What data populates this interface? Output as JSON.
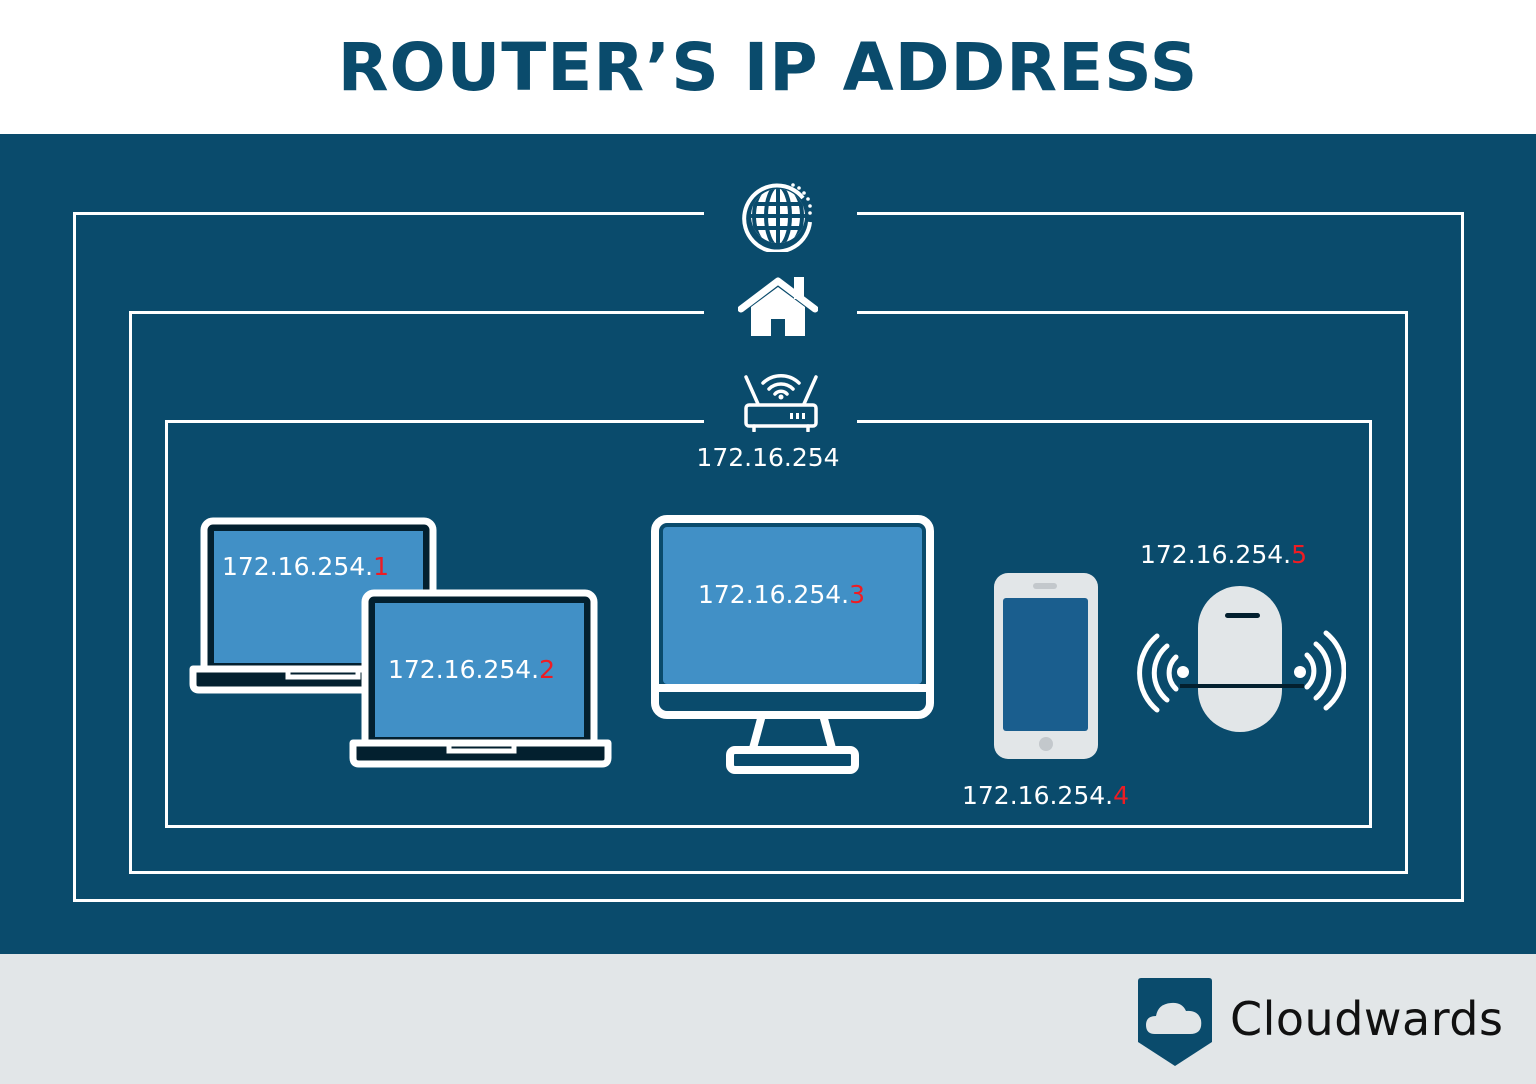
{
  "header": {
    "title": "ROUTER’S IP ADDRESS"
  },
  "colors": {
    "primary_navy": "#0a4b6c",
    "screen_blue": "#4190c6",
    "host_red": "#ee1c23",
    "footer_gray": "#e2e6e8",
    "device_gray": "#e2e6e8",
    "white": "#ffffff"
  },
  "diagram": {
    "layers": [
      {
        "name": "internet",
        "icon": "globe-icon"
      },
      {
        "name": "home",
        "icon": "house-icon"
      },
      {
        "name": "router",
        "icon": "wifi-router-icon",
        "ip": "172.16.254"
      }
    ],
    "devices": [
      {
        "type": "laptop",
        "icon": "laptop-icon",
        "ip_prefix": "172.16.254.",
        "ip_host": "1"
      },
      {
        "type": "laptop",
        "icon": "laptop-icon",
        "ip_prefix": "172.16.254.",
        "ip_host": "2"
      },
      {
        "type": "desktop-monitor",
        "icon": "monitor-icon",
        "ip_prefix": "172.16.254.",
        "ip_host": "3"
      },
      {
        "type": "smartphone",
        "icon": "smartphone-icon",
        "ip_prefix": "172.16.254.",
        "ip_host": "4"
      },
      {
        "type": "wireless-device",
        "icon": "wireless-device-icon",
        "ip_prefix": "172.16.254.",
        "ip_host": "5"
      }
    ]
  },
  "footer": {
    "brand": "Cloudwards",
    "logo_icon": "cloud-shield-icon"
  }
}
